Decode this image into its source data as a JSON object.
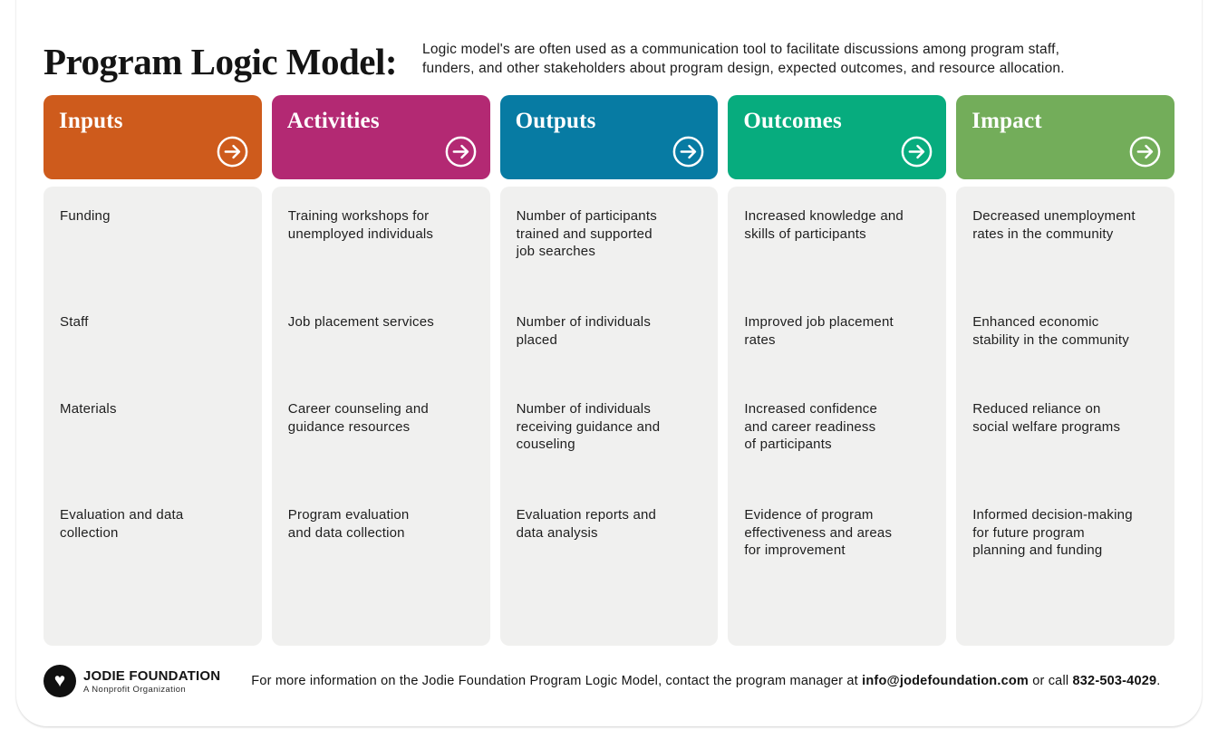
{
  "page": {
    "title": "Program Logic Model:",
    "intro": "Logic model's are often used as a communication tool to facilitate discussions among program staff,\nfunders, and other stakeholders about program design, expected outcomes, and resource allocation."
  },
  "icons": {
    "header_arrow": "arrow-right-in-circle",
    "logo_heart": "♥"
  },
  "columns": [
    {
      "label": "Inputs",
      "color": "#CE5B1C",
      "items": [
        "Funding",
        "Staff",
        "Materials",
        "Evaluation and data\ncollection"
      ]
    },
    {
      "label": "Activities",
      "color": "#B32973",
      "items": [
        "Training workshops for\nunemployed individuals",
        "Job placement services",
        "Career counseling and\nguidance resources",
        "Program evaluation\nand data collection"
      ]
    },
    {
      "label": "Outputs",
      "color": "#077BA3",
      "items": [
        "Number of participants\ntrained and supported\njob searches",
        "Number of individuals\nplaced",
        "Number of individuals\nreceiving guidance and\ncouseling",
        "Evaluation reports and\ndata analysis"
      ]
    },
    {
      "label": "Outcomes",
      "color": "#07AC7E",
      "items": [
        "Increased knowledge and\nskills of participants",
        "Improved job placement\nrates",
        "Increased confidence\nand career readiness\nof participants",
        "Evidence of program\neffectiveness and areas\nfor improvement"
      ]
    },
    {
      "label": "Impact",
      "color": "#73AD5A",
      "items": [
        "Decreased unemployment\nrates in the community",
        "Enhanced economic\nstability in the community",
        "Reduced reliance on\nsocial welfare programs",
        "Informed decision-making\nfor future program\nplanning and funding"
      ]
    }
  ],
  "footer": {
    "brand_name": "JODIE FOUNDATION",
    "brand_tagline": "A Nonprofit Organization",
    "text_before": "For more information on the Jodie Foundation Program Logic Model, contact the program manager at ",
    "email": "info@jodefoundation.com",
    "text_middle": " or call ",
    "phone": "832-503-4029",
    "text_after": "."
  }
}
